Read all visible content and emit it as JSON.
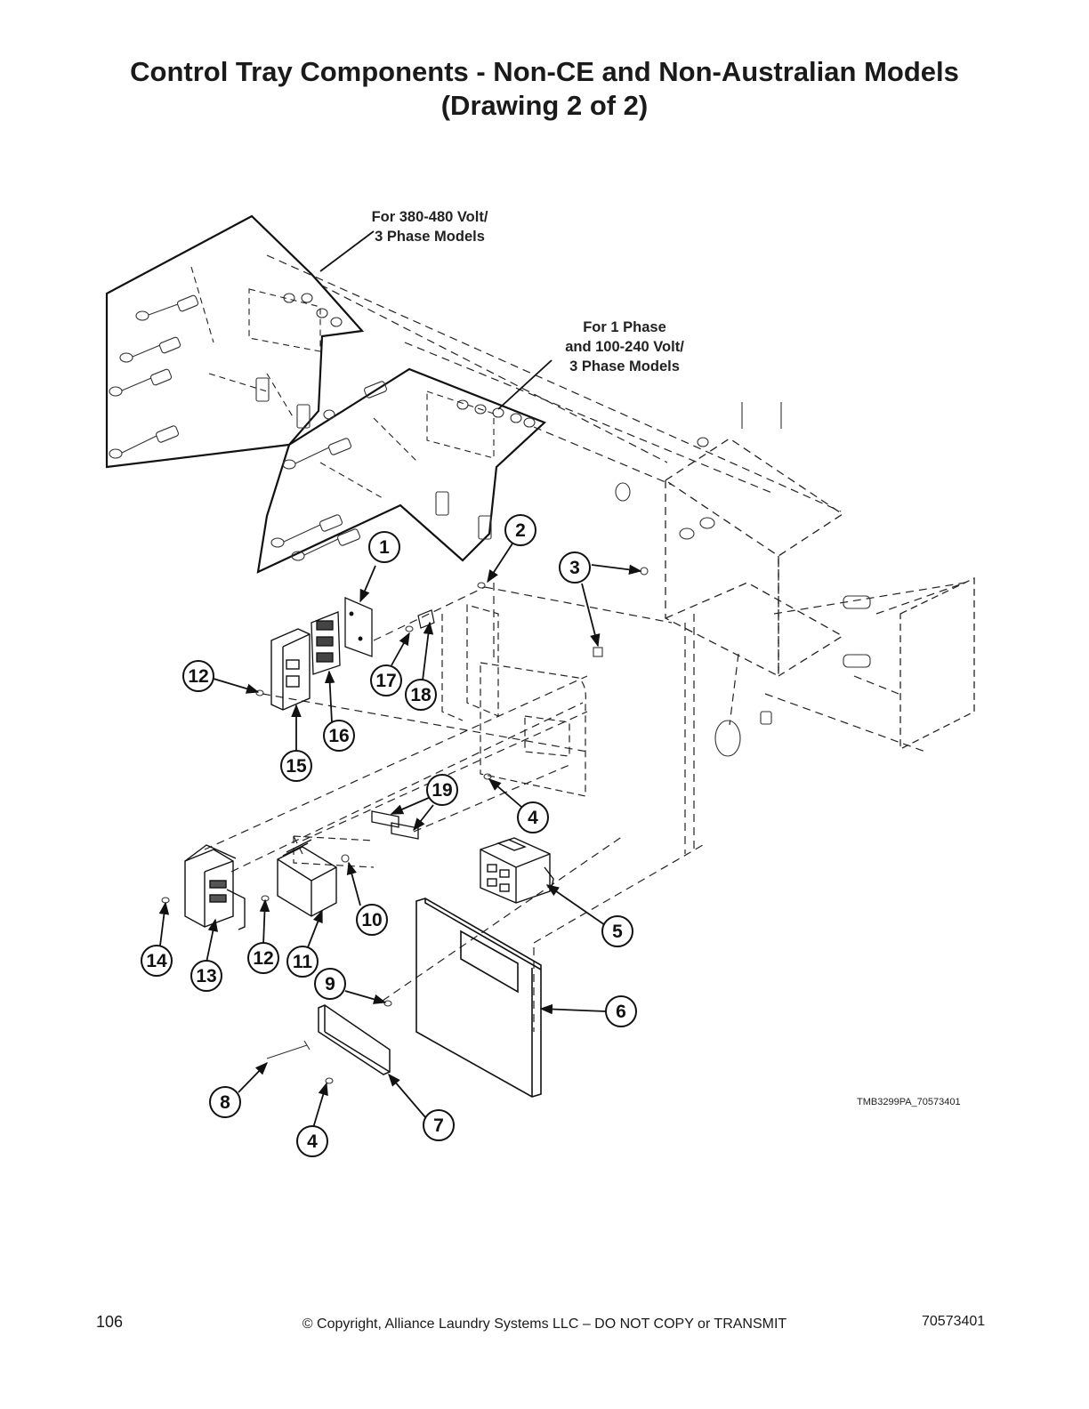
{
  "page": {
    "title_line1": "Control Tray Components - Non-CE and Non-Australian Models",
    "title_line2": "(Drawing 2 of 2)"
  },
  "diagram": {
    "group_labels": {
      "three_phase_380": [
        "For 380-480 Volt/",
        "3 Phase Models"
      ],
      "one_phase": [
        "For 1 Phase",
        "and 100-240 Volt/",
        "3 Phase Models"
      ]
    },
    "callouts": [
      "1",
      "2",
      "3",
      "4",
      "5",
      "6",
      "7",
      "8",
      "9",
      "10",
      "11",
      "12",
      "13",
      "14",
      "15",
      "16",
      "17",
      "18",
      "19"
    ],
    "callout_labels": {
      "c1": "1",
      "c2": "2",
      "c3": "3",
      "c4a": "4",
      "c4b": "4",
      "c5": "5",
      "c6": "6",
      "c7": "7",
      "c8": "8",
      "c9": "9",
      "c10": "10",
      "c11": "11",
      "c12a": "12",
      "c12b": "12",
      "c13": "13",
      "c14": "14",
      "c15": "15",
      "c16": "16",
      "c17": "17",
      "c18": "18",
      "c19": "19"
    },
    "drawing_code": "TMB3299PA_70573401"
  },
  "footer": {
    "page_number": "106",
    "copyright": "© Copyright, Alliance Laundry Systems LLC – DO NOT COPY or TRANSMIT",
    "doc_number": "70573401"
  }
}
